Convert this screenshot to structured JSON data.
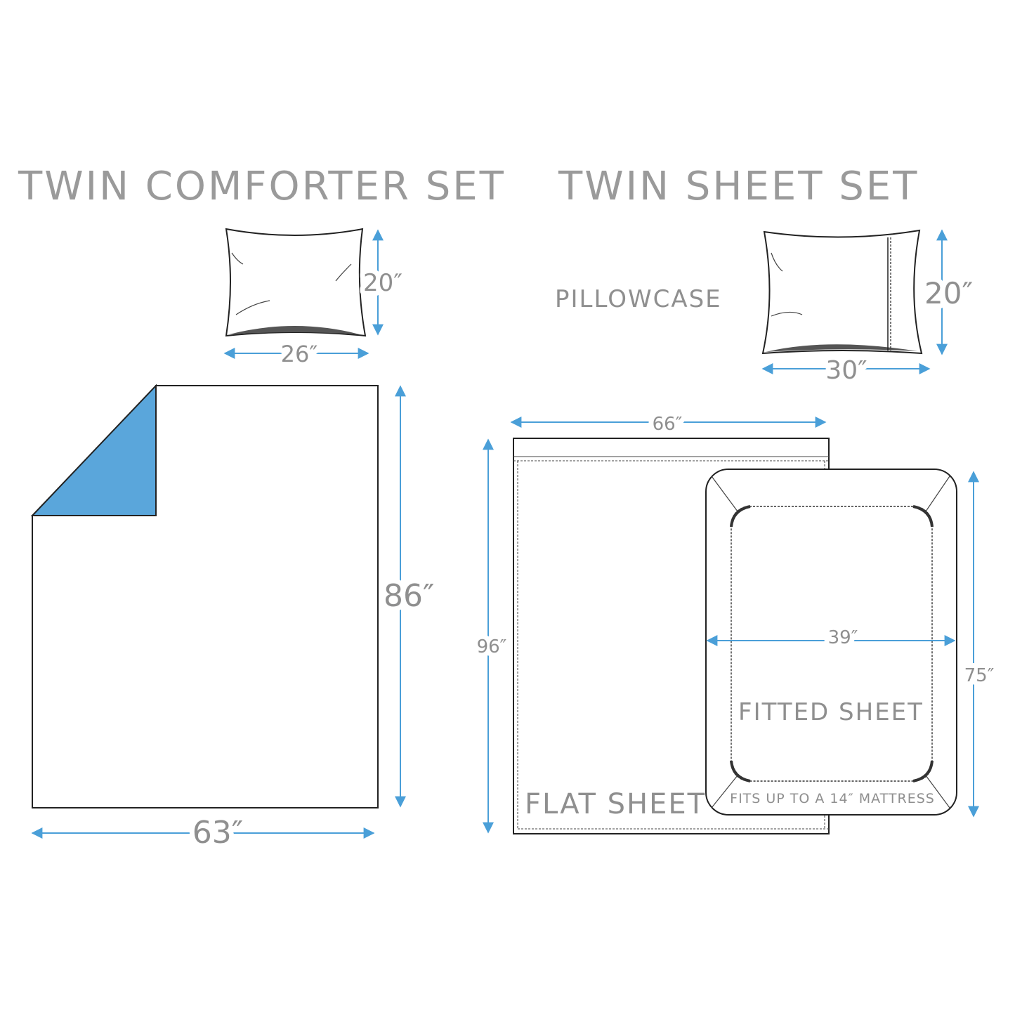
{
  "titles": {
    "comforter": "TWIN COMFORTER SET",
    "sheet": "TWIN SHEET SET"
  },
  "comforter": {
    "sham_height": "20″",
    "sham_width": "26″",
    "height": "86″",
    "width": "63″"
  },
  "sheet_set": {
    "pillowcase_label": "PILLOWCASE",
    "pillowcase_height": "20″",
    "pillowcase_width": "30″",
    "flat_label": "FLAT SHEET",
    "flat_width": "66″",
    "flat_height": "96″",
    "fitted_label": "FITTED SHEET",
    "fitted_width": "39″",
    "fitted_height": "75″",
    "fitted_note": "FITS UP TO A 14″ MATTRESS"
  },
  "colors": {
    "accent": "#4a9fd8",
    "fold": "#5aa6db",
    "text": "#9a9a9a"
  }
}
